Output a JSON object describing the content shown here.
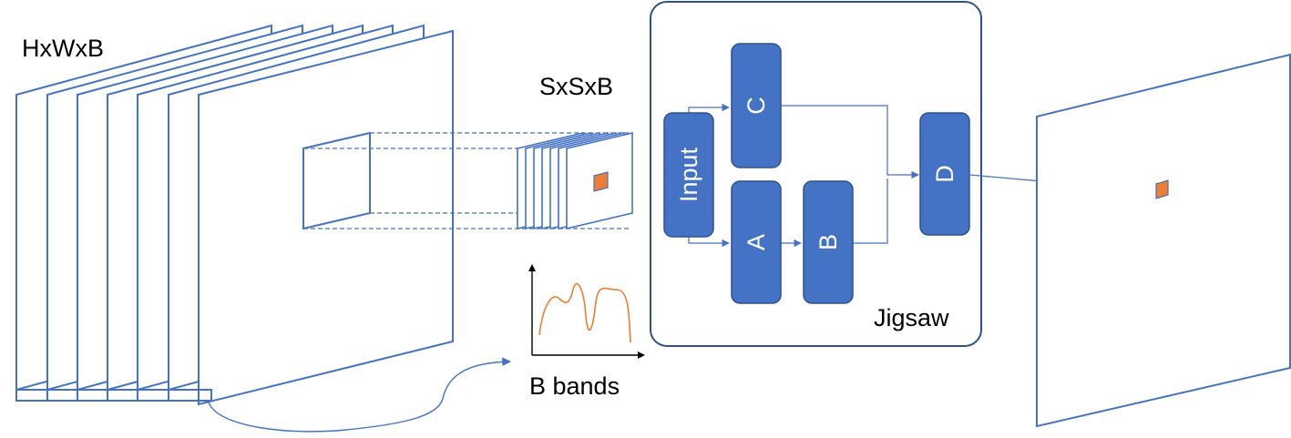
{
  "labels": {
    "volume_dims": "HxWxB",
    "patch_dims": "SxSxB",
    "bands_caption": "B bands",
    "model_name": "Jigsaw"
  },
  "blocks": {
    "input": "Input",
    "a": "A",
    "b": "B",
    "c": "C",
    "d": "D"
  },
  "colors": {
    "stroke": "#4472C4",
    "block_fill": "#4472C4",
    "block_text": "#FFFFFF",
    "highlight_pixel": "#ED7D31",
    "spectrum_curve": "#ED7D31",
    "text": "#000000"
  }
}
